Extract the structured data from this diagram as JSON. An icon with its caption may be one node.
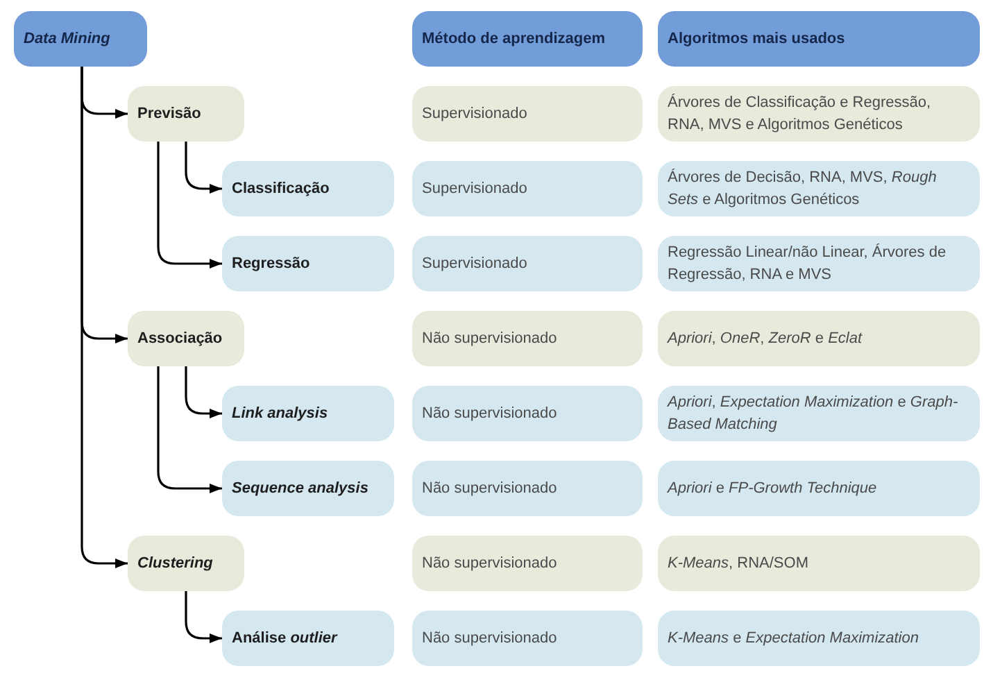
{
  "diagram": {
    "nodes": [
      {
        "text": [
          "Data Mining"
        ]
      },
      {
        "text": [
          "Método de aprendizagem"
        ]
      },
      {
        "text": [
          "Algoritmos mais usados"
        ]
      },
      {
        "text": [
          "Previsão"
        ]
      },
      {
        "text": [
          "Supervisionado"
        ]
      },
      {
        "text": [
          "Árvores de Classificação e Regressão, RNA, MVS e Algoritmos Genéticos"
        ]
      },
      {
        "text": [
          "Classificação"
        ]
      },
      {
        "text": [
          "Supervisionado"
        ]
      },
      {
        "text": [
          "Árvores de Decisão, RNA, MVS, *Rough Sets* e Algoritmos Genéticos"
        ]
      },
      {
        "text": [
          "Regressão"
        ]
      },
      {
        "text": [
          "Supervisionado"
        ]
      },
      {
        "text": [
          "Regressão Linear/não Linear, Árvores de Regressão, RNA e MVS"
        ]
      },
      {
        "text": [
          "Associação"
        ]
      },
      {
        "text": [
          "Não supervisionado"
        ]
      },
      {
        "text": [
          "*Apriori*, *OneR*, *ZeroR* e *Eclat*"
        ]
      },
      {
        "text": [
          "Link analysis"
        ]
      },
      {
        "text": [
          "Não supervisionado"
        ]
      },
      {
        "text": [
          "*Apriori*, *Expectation Maximization* e *Graph-Based Matching*"
        ]
      },
      {
        "text": [
          "Sequence analysis"
        ]
      },
      {
        "text": [
          "Não supervisionado"
        ]
      },
      {
        "text": [
          "*Apriori* e *FP-Growth Technique*"
        ]
      },
      {
        "text": [
          "Clustering"
        ]
      },
      {
        "text": [
          "Não supervisionado"
        ]
      },
      {
        "text": [
          "*K-Means*, RNA/SOM"
        ]
      },
      {
        "text": [
          "Análise *outlier*"
        ]
      },
      {
        "text": [
          "Não supervisionado"
        ]
      },
      {
        "text": [
          "*K-Means* e *Expectation Maximization*"
        ]
      }
    ],
    "edges": [
      {
        "from": 0,
        "to": 3,
        "arrow": "to"
      },
      {
        "from": 0,
        "to": 12,
        "arrow": "to"
      },
      {
        "from": 0,
        "to": 21,
        "arrow": "to"
      },
      {
        "from": 3,
        "to": 6,
        "arrow": "to"
      },
      {
        "from": 3,
        "to": 9,
        "arrow": "to"
      },
      {
        "from": 12,
        "to": 15,
        "arrow": "to"
      },
      {
        "from": 12,
        "to": 18,
        "arrow": "to"
      },
      {
        "from": 21,
        "to": 24,
        "arrow": "to"
      }
    ]
  }
}
